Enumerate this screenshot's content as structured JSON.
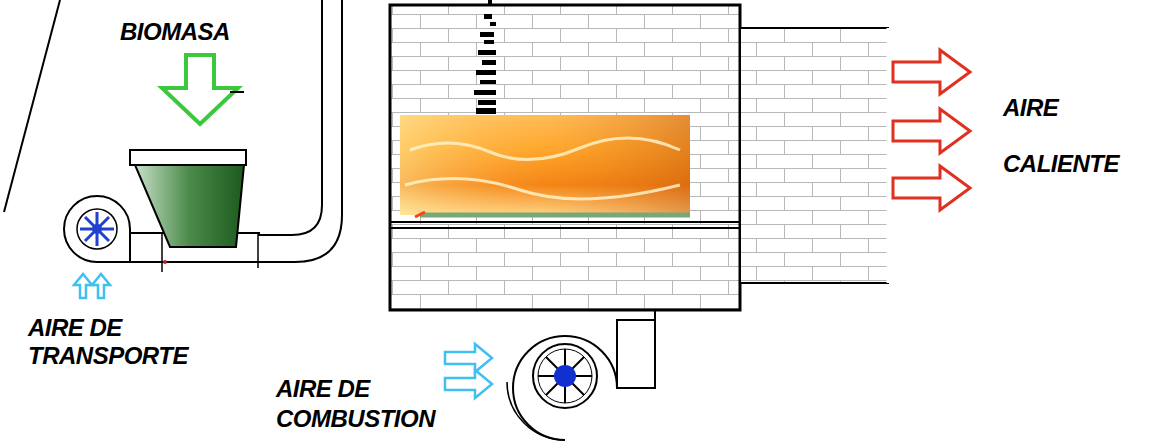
{
  "diagram": {
    "labels": [
      "BIOMASA",
      "AIRE CALIENTE",
      "AIRE DE TRANSPORTE",
      "AIRE DE COMBUSTION"
    ]
  }
}
